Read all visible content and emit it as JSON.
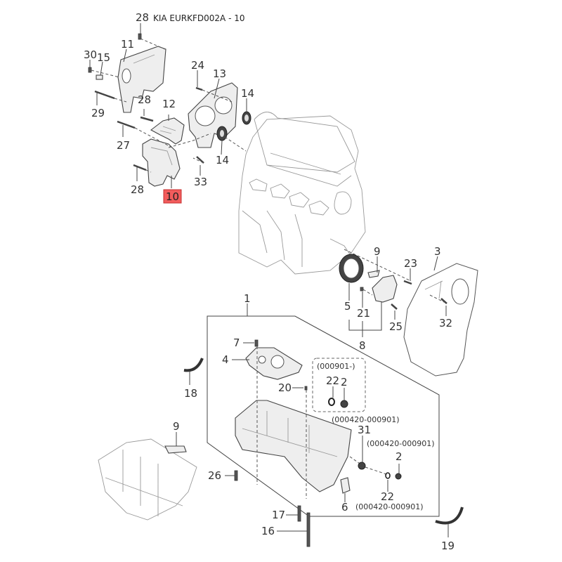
{
  "title": "KIA EURKFD002A - 10",
  "highlighted_part": "10",
  "callouts": [
    {
      "id": "c28a",
      "label": "28"
    },
    {
      "id": "c11",
      "label": "11"
    },
    {
      "id": "c30",
      "label": "30"
    },
    {
      "id": "c15",
      "label": "15"
    },
    {
      "id": "c29",
      "label": "29"
    },
    {
      "id": "c28b",
      "label": "28"
    },
    {
      "id": "c12",
      "label": "12"
    },
    {
      "id": "c27",
      "label": "27"
    },
    {
      "id": "c28c",
      "label": "28"
    },
    {
      "id": "c10",
      "label": "10"
    },
    {
      "id": "c24",
      "label": "24"
    },
    {
      "id": "c13",
      "label": "13"
    },
    {
      "id": "c14a",
      "label": "14"
    },
    {
      "id": "c14b",
      "label": "14"
    },
    {
      "id": "c33",
      "label": "33"
    },
    {
      "id": "c9a",
      "label": "9"
    },
    {
      "id": "c3",
      "label": "3"
    },
    {
      "id": "c23",
      "label": "23"
    },
    {
      "id": "c5",
      "label": "5"
    },
    {
      "id": "c21",
      "label": "21"
    },
    {
      "id": "c25",
      "label": "25"
    },
    {
      "id": "c32",
      "label": "32"
    },
    {
      "id": "c8",
      "label": "8"
    },
    {
      "id": "c1",
      "label": "1"
    },
    {
      "id": "c7",
      "label": "7"
    },
    {
      "id": "c4",
      "label": "4"
    },
    {
      "id": "c18",
      "label": "18"
    },
    {
      "id": "c20",
      "label": "20"
    },
    {
      "id": "c22a",
      "label": "22"
    },
    {
      "id": "c2a",
      "label": "2"
    },
    {
      "id": "c9b",
      "label": "9"
    },
    {
      "id": "c31",
      "label": "31"
    },
    {
      "id": "c2b",
      "label": "2"
    },
    {
      "id": "c26",
      "label": "26"
    },
    {
      "id": "c22b",
      "label": "22"
    },
    {
      "id": "c6",
      "label": "6"
    },
    {
      "id": "c17",
      "label": "17"
    },
    {
      "id": "c16",
      "label": "16"
    },
    {
      "id": "c19",
      "label": "19"
    }
  ],
  "notes": {
    "box_header": "(000901-)",
    "note_31": "(000420-000901)",
    "note_2": "(000420-000901)",
    "note_22": "(000420-000901)"
  }
}
